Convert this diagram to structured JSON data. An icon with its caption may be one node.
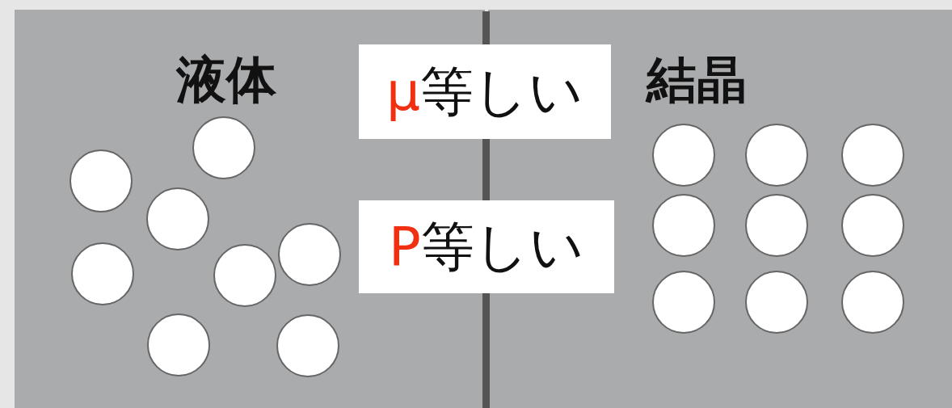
{
  "diagram": {
    "nodes": [
      {
        "text": [
          "液体"
        ]
      },
      {
        "text": [
          "結晶"
        ]
      },
      {
        "text": [
          "μ等しい"
        ]
      },
      {
        "text": [
          "P等しい"
        ]
      }
    ]
  }
}
